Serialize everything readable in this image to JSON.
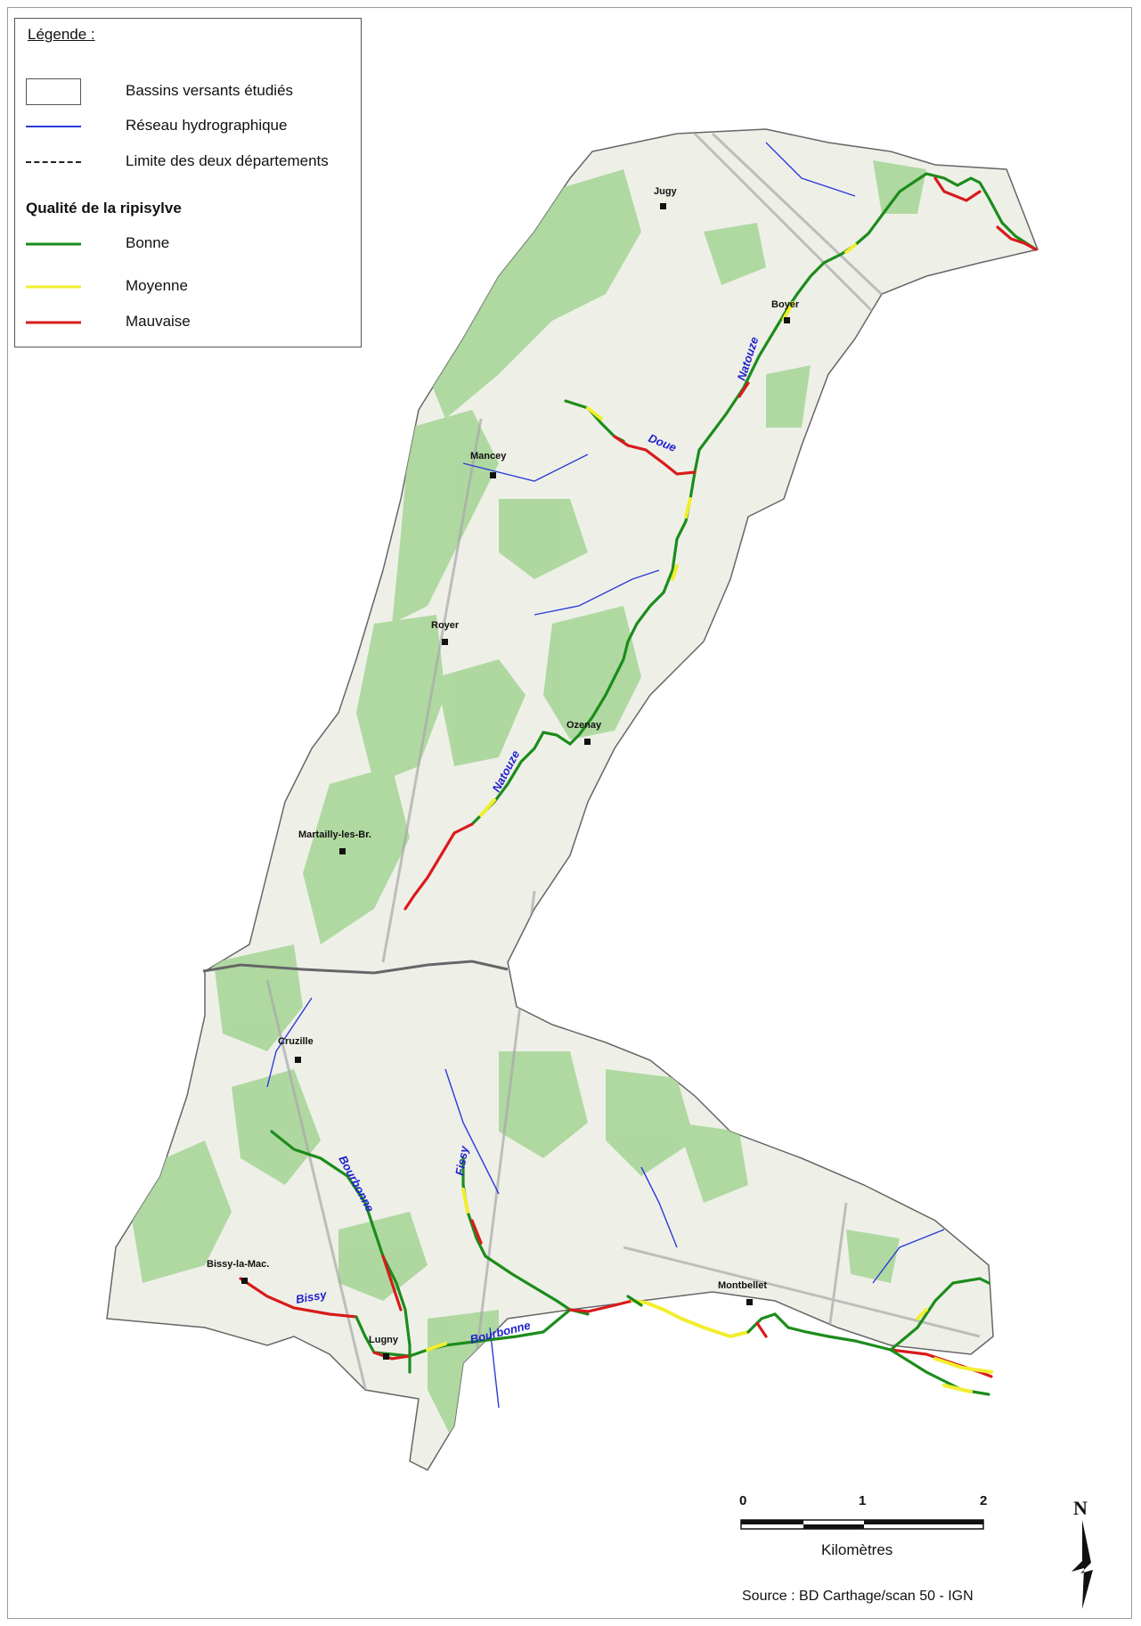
{
  "legend": {
    "title": "Légende :",
    "items": [
      {
        "label": "Bassins versants étudiés",
        "symbol": "box",
        "color": "#555555"
      },
      {
        "label": "Réseau hydrographique",
        "symbol": "line",
        "color": "#2b3bd6"
      },
      {
        "label": "Limite des deux départements",
        "symbol": "dashed",
        "color": "#222222"
      }
    ],
    "quality_heading": "Qualité de la ripisylve",
    "quality_items": [
      {
        "label": "Bonne",
        "color": "#1c8c1c"
      },
      {
        "label": "Moyenne",
        "color": "#f2ee2e"
      },
      {
        "label": "Mauvaise",
        "color": "#d81b1b"
      }
    ]
  },
  "towns": [
    {
      "name": "Jugy"
    },
    {
      "name": "Boyer"
    },
    {
      "name": "Mancey"
    },
    {
      "name": "Royer"
    },
    {
      "name": "Ozenay"
    },
    {
      "name": "Martailly-les-Br."
    },
    {
      "name": "Cruzille"
    },
    {
      "name": "Bissy-la-Mac."
    },
    {
      "name": "Lugny"
    },
    {
      "name": "Montbellet"
    }
  ],
  "rivers": [
    {
      "name": "Natouze"
    },
    {
      "name": "Doue"
    },
    {
      "name": "Natouze"
    },
    {
      "name": "Bourbonne"
    },
    {
      "name": "Fissy"
    },
    {
      "name": "Bissy"
    },
    {
      "name": "Bourbonne"
    }
  ],
  "scale": {
    "ticks": [
      "0",
      "1",
      "2"
    ],
    "unit": "Kilomètres"
  },
  "source": "Source : BD Carthage/scan 50 - IGN",
  "north": {
    "letter": "N"
  },
  "colors": {
    "basin_fill": "#eef0e8",
    "forest": "#a9d69a",
    "good": "#1c8c1c",
    "medium": "#f2ee2e",
    "bad": "#d81b1b",
    "hydro": "#2b3bd6"
  }
}
